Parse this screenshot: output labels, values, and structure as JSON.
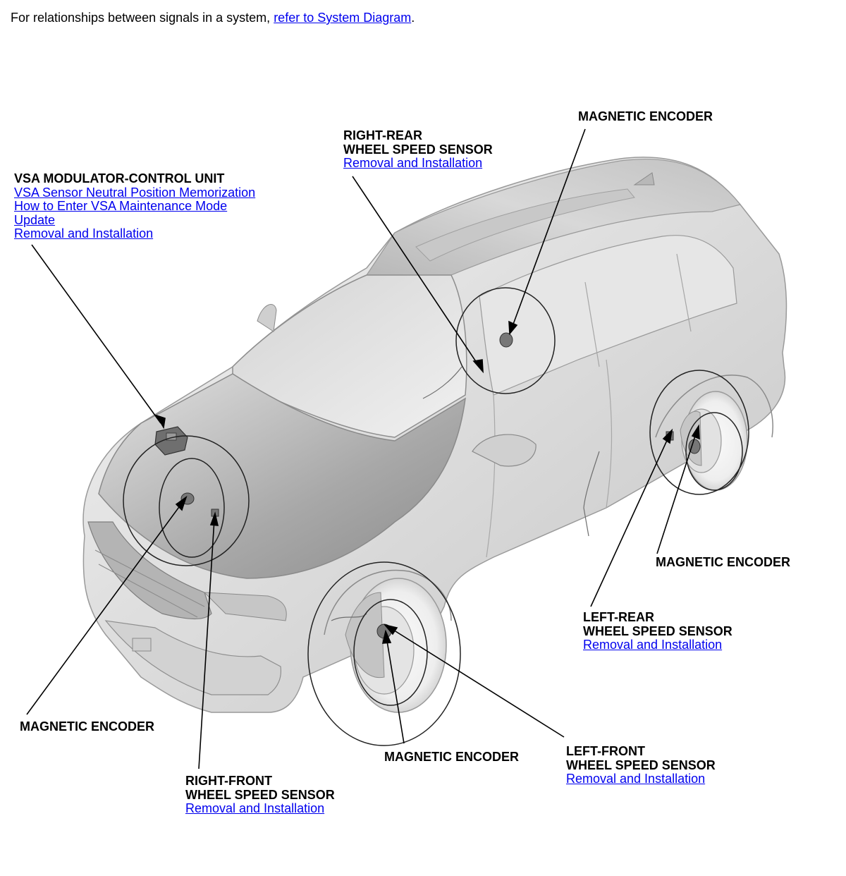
{
  "intro": {
    "text": "For relationships between signals in a system, ",
    "link": "refer to System Diagram",
    "suffix": "."
  },
  "callouts": {
    "vsa": {
      "title": "VSA MODULATOR-CONTROL UNIT",
      "links": [
        "VSA Sensor Neutral Position Memorization",
        "How to Enter VSA Maintenance Mode",
        "Update",
        "Removal and Installation"
      ]
    },
    "rr_sensor": {
      "title1": "RIGHT-REAR",
      "title2": "WHEEL SPEED SENSOR",
      "link": "Removal and Installation"
    },
    "rr_encoder": {
      "title": "MAGNETIC ENCODER"
    },
    "lr_encoder": {
      "title": "MAGNETIC ENCODER"
    },
    "lr_sensor": {
      "title1": "LEFT-REAR",
      "title2": "WHEEL SPEED SENSOR",
      "link": "Removal and Installation"
    },
    "rf_encoder": {
      "title": "MAGNETIC ENCODER"
    },
    "rf_sensor": {
      "title1": "RIGHT-FRONT",
      "title2": "WHEEL SPEED SENSOR",
      "link": "Removal and Installation"
    },
    "lf_encoder": {
      "title": "MAGNETIC ENCODER"
    },
    "lf_sensor": {
      "title1": "LEFT-FRONT",
      "title2": "WHEEL SPEED SENSOR",
      "link": "Removal and Installation"
    }
  }
}
